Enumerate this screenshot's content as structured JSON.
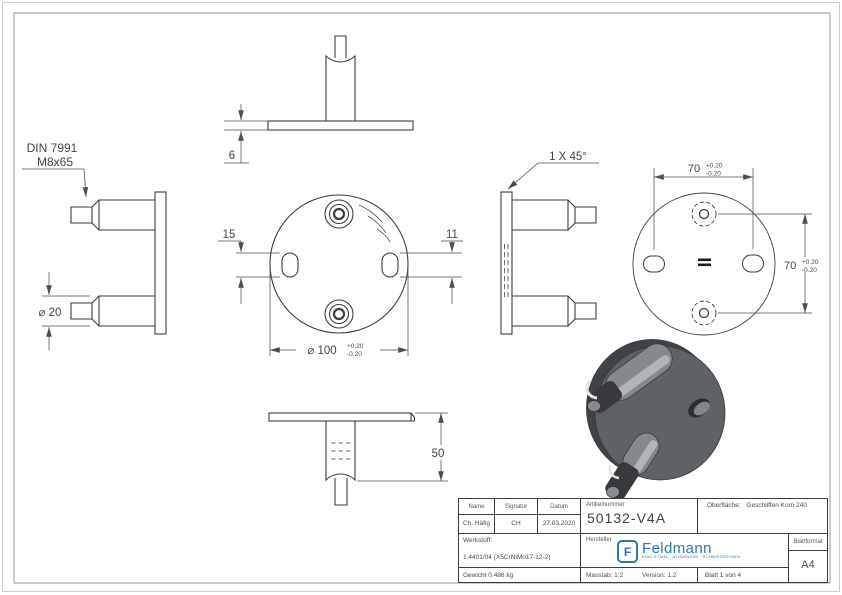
{
  "dims": {
    "din_line1": "DIN 7991",
    "din_line2": "M8x65",
    "dia20": "⌀ 20",
    "plate_thickness": "6",
    "slot_len": "15",
    "slot_w": "11",
    "dia100": "⌀ 100",
    "tol_plus": "+0.20",
    "tol_minus": "-0.20",
    "chamfer": "1 X 45°",
    "pitch70": "70",
    "len50": "50"
  },
  "title_block": {
    "name_label": "Name",
    "signatur_label": "Signatur",
    "datum_label": "Datum",
    "name": "Ch. Häfig",
    "signatur": "CH",
    "datum": "27.03.2020",
    "artikelnummer_label": "Artikelnummer",
    "artikelnummer": "50132-V4A",
    "oberflaeche_label": "Oberfläche:",
    "oberflaeche_value": "Geschliffen Korn 240",
    "werkstoff_label": "Werkstoff:",
    "werkstoff_value": "1.4401/04 (X5CrNiMo17-12-2)",
    "hersteller_label": "Hersteller",
    "logo_text": "Feldmann",
    "logo_tagline": "EDELSTAHL · ALUMINIUM · SCHMIEDEEISEN",
    "logo_mark": "F",
    "blattformat_label": "Blattformat",
    "blattformat_value": "A4",
    "gewicht": "Gewicht 0.486 kg",
    "massstab": "Masstab: 1:2",
    "version": "Version: 1.2",
    "blatt": "Blatt 1 von 4"
  },
  "colors": {
    "logo_blue": "#2f76b0",
    "drawing_line": "#3d3d3d",
    "frame_gray": "#9a9a9a",
    "solid_model_gray": "#5e6166"
  }
}
